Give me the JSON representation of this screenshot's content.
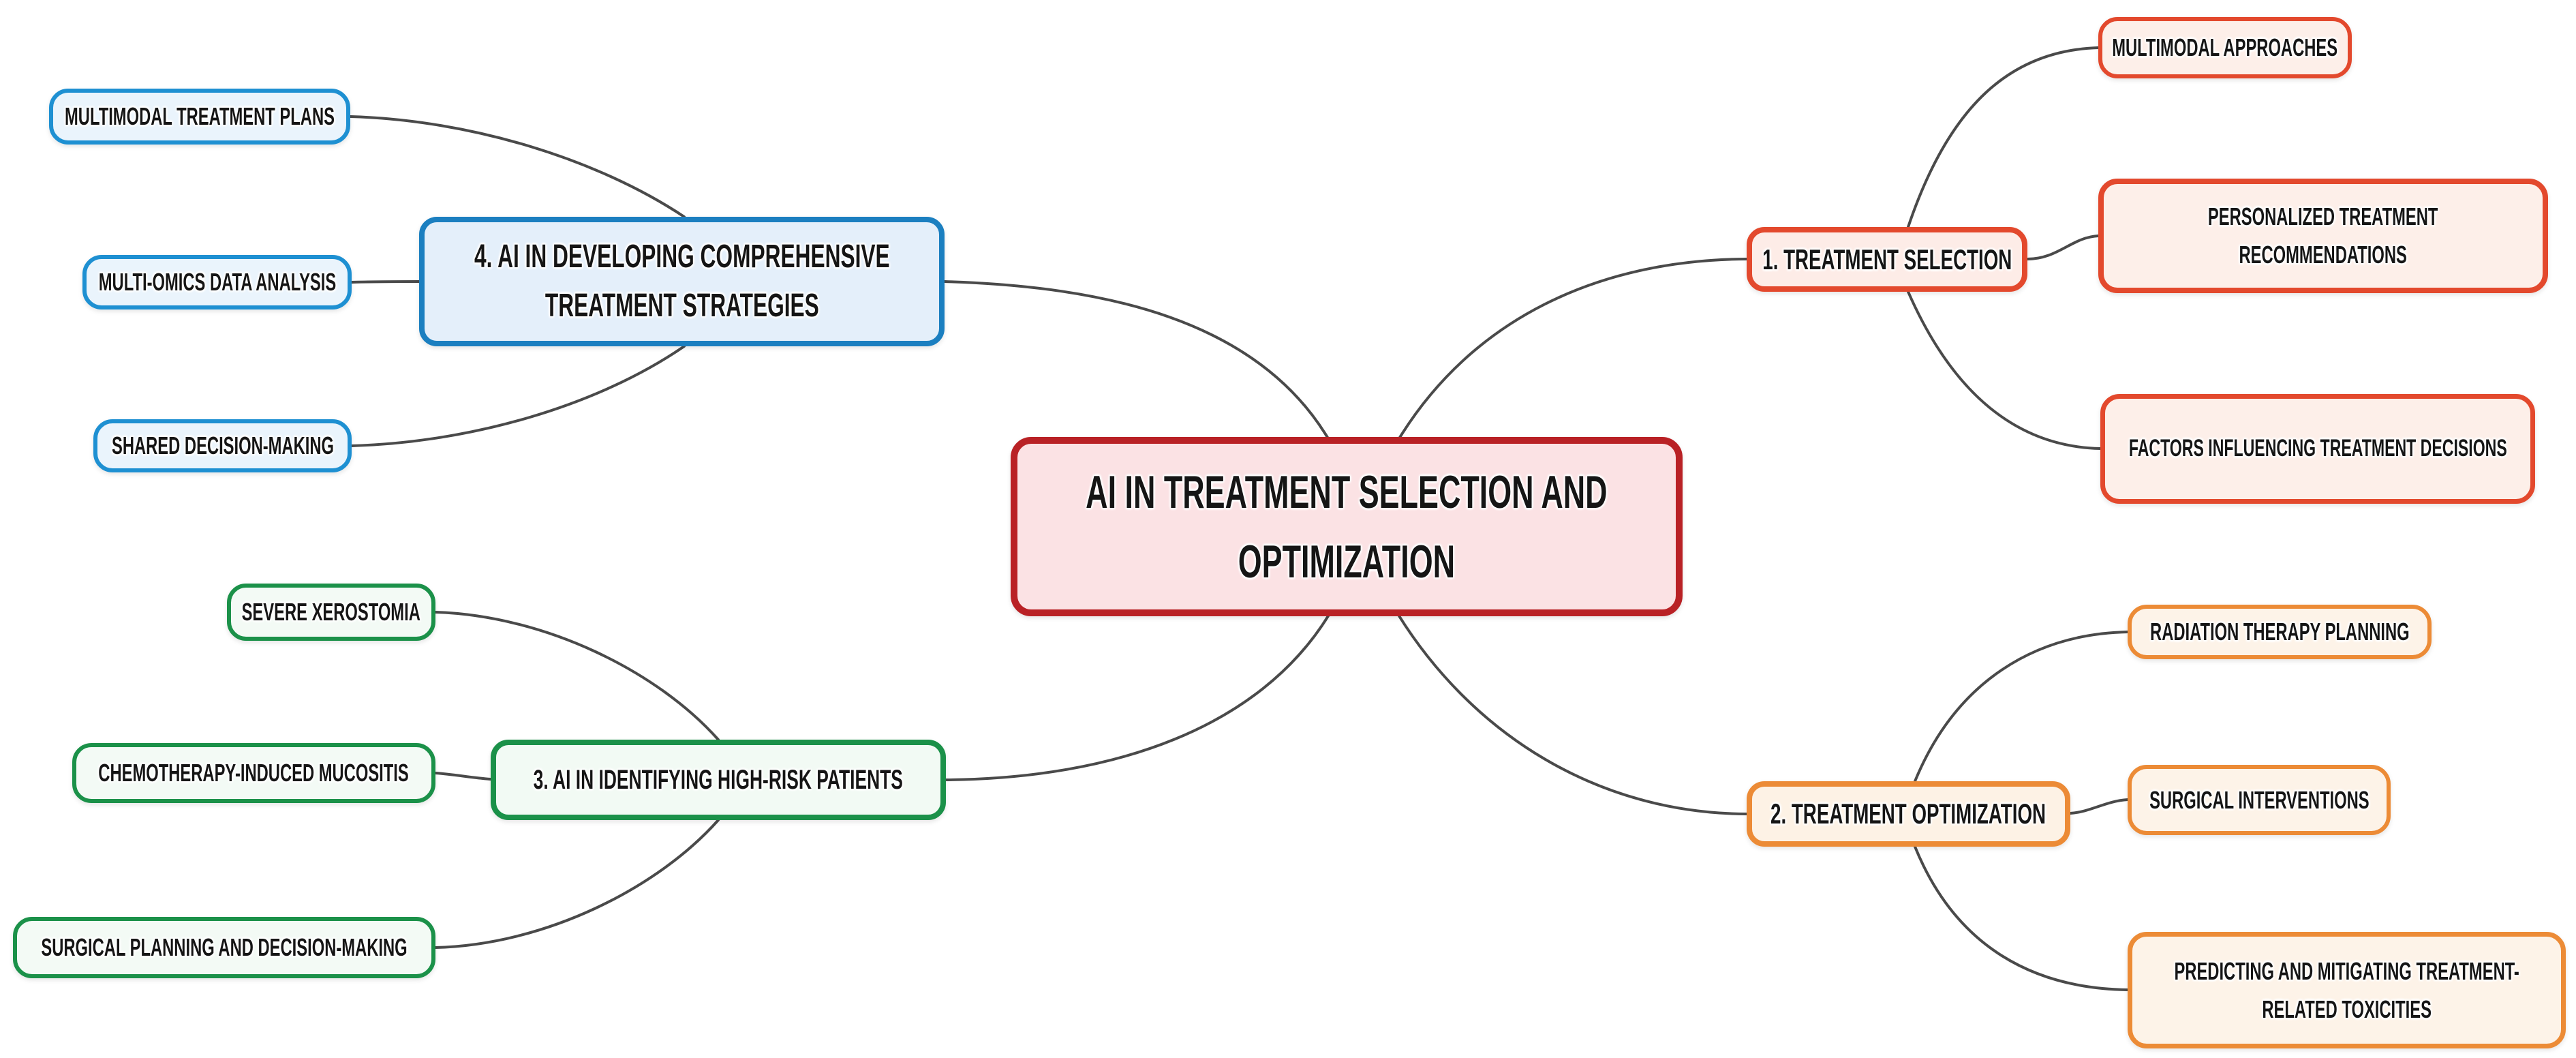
{
  "map": {
    "center": {
      "lines": [
        "AI IN TREATMENT SELECTION AND",
        "OPTIMIZATION"
      ]
    },
    "branches": [
      {
        "label": "1. TREATMENT SELECTION",
        "children": [
          {
            "lines": [
              "MULTIMODAL APPROACHES"
            ]
          },
          {
            "lines": [
              "PERSONALIZED TREATMENT",
              "RECOMMENDATIONS"
            ]
          },
          {
            "lines": [
              "FACTORS INFLUENCING TREATMENT DECISIONS"
            ]
          }
        ]
      },
      {
        "label": "2. TREATMENT OPTIMIZATION",
        "children": [
          {
            "lines": [
              "RADIATION THERAPY PLANNING"
            ]
          },
          {
            "lines": [
              "SURGICAL INTERVENTIONS"
            ]
          },
          {
            "lines": [
              "PREDICTING AND MITIGATING TREATMENT-",
              "RELATED TOXICITIES"
            ]
          }
        ]
      },
      {
        "label": "3. AI IN IDENTIFYING HIGH-RISK PATIENTS",
        "children": [
          {
            "lines": [
              "SEVERE XEROSTOMIA"
            ]
          },
          {
            "lines": [
              "CHEMOTHERAPY-INDUCED MUCOSITIS"
            ]
          },
          {
            "lines": [
              "SURGICAL PLANNING AND DECISION-MAKING"
            ]
          }
        ]
      },
      {
        "label": "4. AI IN DEVELOPING COMPREHENSIVE TREATMENT STRATEGIES",
        "lines": [
          "4. AI IN DEVELOPING COMPREHENSIVE",
          "TREATMENT STRATEGIES"
        ],
        "children": [
          {
            "lines": [
              "MULTIMODAL TREATMENT PLANS"
            ]
          },
          {
            "lines": [
              "MULTI-OMICS DATA ANALYSIS"
            ]
          },
          {
            "lines": [
              "SHARED DECISION-MAKING"
            ]
          }
        ]
      }
    ],
    "colors": {
      "center_border": "#b92125",
      "center_fill": "#fbe2e4",
      "b1_border": "#e3492d",
      "b1_fill": "#fdece7",
      "b1_child_fill": "#fdefe9",
      "b2_border": "#ec8b36",
      "b2_fill": "#fdf2e5",
      "b2_child_fill": "#fdf3e8",
      "b3_border": "#1b9149",
      "b3_fill": "#f2faf4",
      "b3_child_fill": "#f3faf5",
      "b4_border": "#1b7fc0",
      "b4_child_border": "#1e90d2",
      "b4_fill": "#e4effa",
      "b4_child_fill": "#eaf4fc",
      "connector": "#4a4a4a",
      "text": "#151515",
      "background": "#ffffff"
    }
  }
}
